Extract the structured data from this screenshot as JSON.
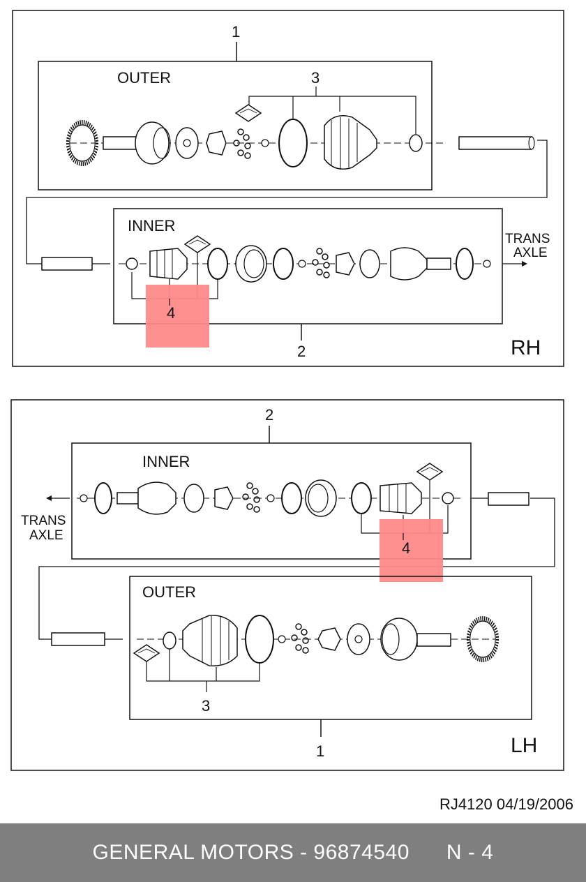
{
  "colors": {
    "highlight": "#ff8a8a",
    "line": "#111111",
    "footer_bg": "#7f7f7f"
  },
  "rh": {
    "side": "RH",
    "callout_1": "1",
    "callout_2": "2",
    "callout_3": "3",
    "callout_4": "4",
    "outer_label": "OUTER",
    "inner_label": "INNER",
    "trans_axle_line1": "TRANS",
    "trans_axle_line2": "AXLE"
  },
  "lh": {
    "side": "LH",
    "callout_1": "1",
    "callout_2": "2",
    "callout_3": "3",
    "callout_4": "4",
    "outer_label": "OUTER",
    "inner_label": "INNER",
    "trans_axle_line1": "TRANS",
    "trans_axle_line2": "AXLE"
  },
  "drawing_ref": "RJ4120  04/19/2006",
  "footer": {
    "brand_part": "GENERAL MOTORS - 96874540",
    "page": "N - 4"
  }
}
